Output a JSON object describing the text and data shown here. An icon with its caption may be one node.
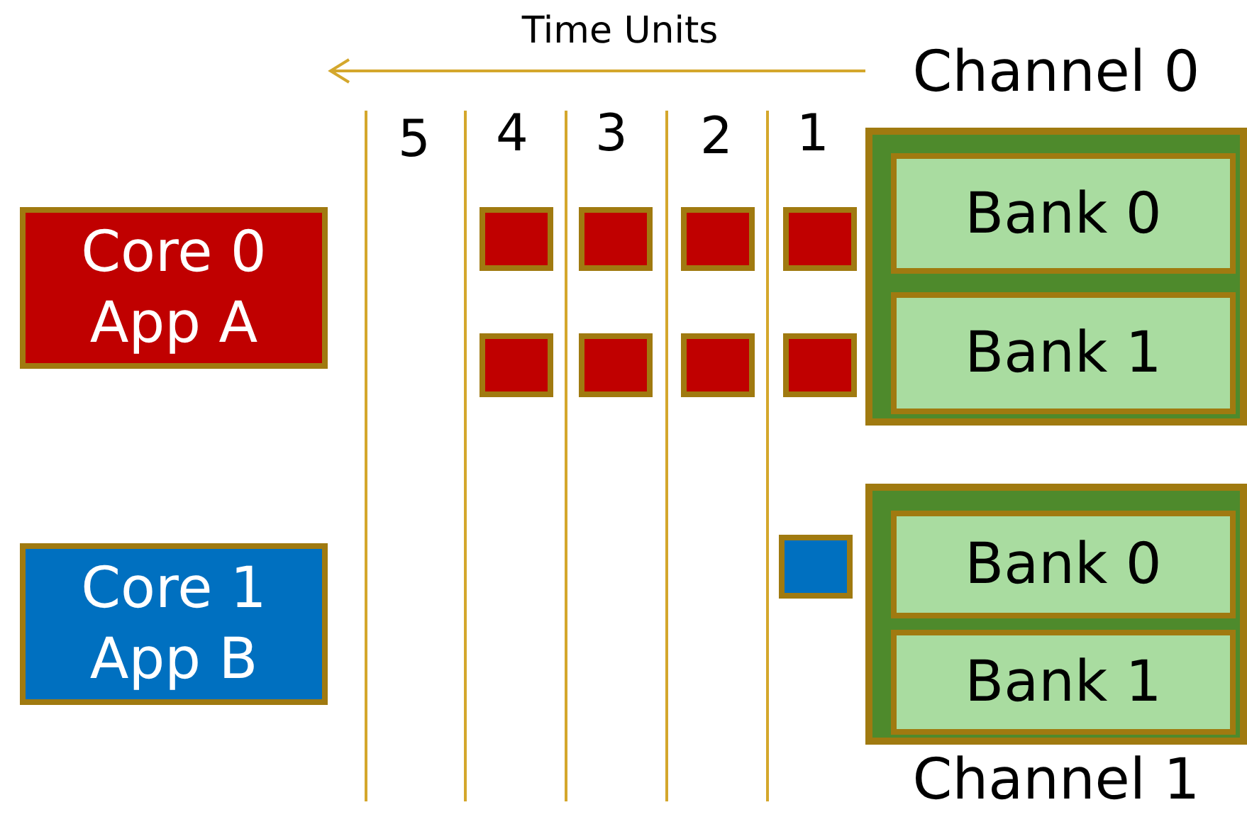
{
  "diagram": {
    "nodes": [
      {
        "text": [
          "Channel 0"
        ]
      },
      {
        "text": [
          "Bank 0"
        ],
        "in": 0
      },
      {
        "text": [
          "Bank 1"
        ],
        "in": 0
      },
      {
        "text": [
          "Core 0",
          "App A"
        ]
      },
      {
        "text": [],
        "shape": "box"
      },
      {
        "text": [],
        "shape": "box"
      },
      {
        "text": [],
        "shape": "box"
      },
      {
        "text": [],
        "shape": "box"
      },
      {
        "text": [],
        "shape": "box"
      },
      {
        "text": [],
        "shape": "box"
      },
      {
        "text": [],
        "shape": "box"
      },
      {
        "text": [],
        "shape": "box"
      },
      {
        "text": [
          "Channel 1"
        ]
      },
      {
        "text": [
          "Bank 0"
        ],
        "in": 12
      },
      {
        "text": [
          "Bank 1"
        ],
        "in": 12
      },
      {
        "text": [
          "Core 1",
          "App B"
        ]
      },
      {
        "text": [],
        "shape": "box"
      }
    ],
    "edges": [],
    "labels": [
      "Time Units",
      "5",
      "4",
      "3",
      "2",
      "1"
    ]
  }
}
